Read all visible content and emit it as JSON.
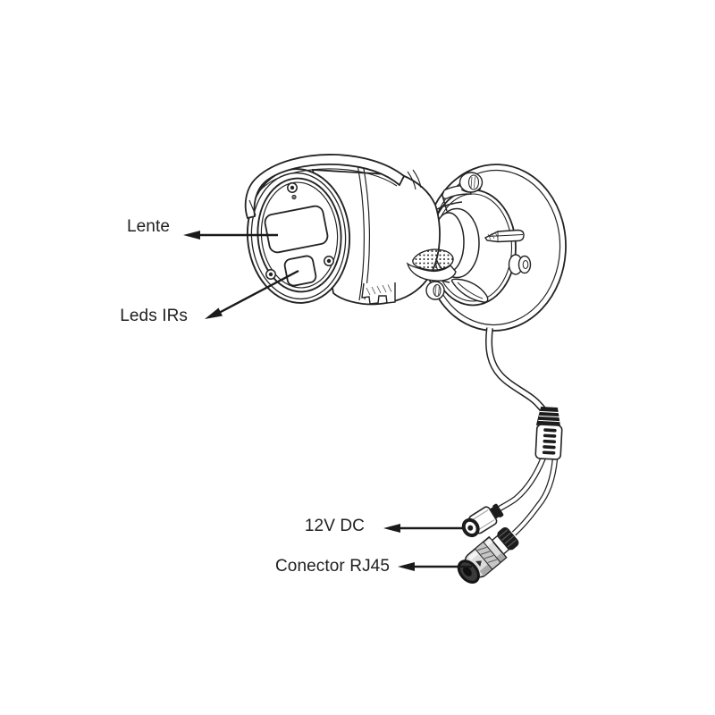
{
  "page": {
    "background_color": "#ffffff"
  },
  "diagram": {
    "subject": "bullet-cctv-camera-with-mount-base-and-pigtail-cables",
    "style": "black-and-white technical line drawing",
    "line_color": "#232323",
    "labels": {
      "lente": {
        "text": "Lente",
        "target": "lens-window"
      },
      "leds_irs": {
        "text": "Leds IRs",
        "target": "ir-led-window"
      },
      "dc_power": {
        "text": "12V DC",
        "target": "dc-power-connector"
      },
      "rj45": {
        "text": "Conector RJ45",
        "target": "rj45-connector"
      }
    }
  }
}
